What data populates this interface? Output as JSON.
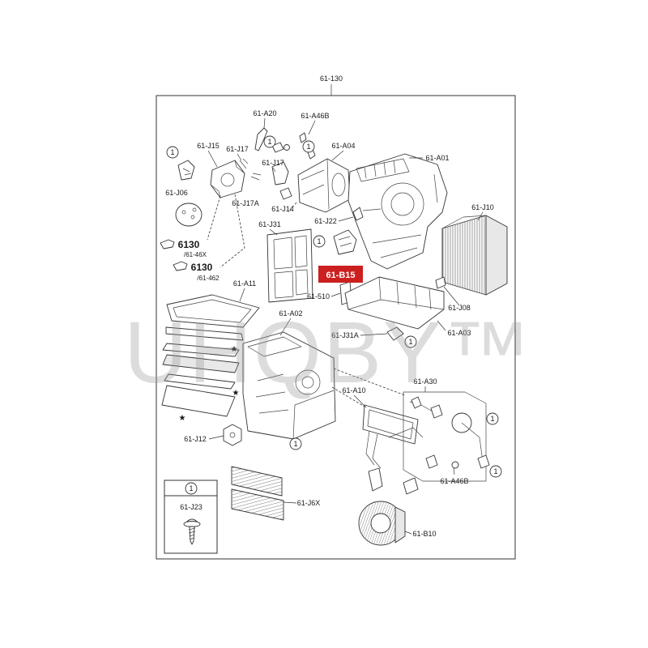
{
  "diagram": {
    "assembly_number": "61-130",
    "callout_number": "1",
    "star_marker": "★",
    "parts": {
      "a20": "61-A20",
      "a46b_upper": "61-A46B",
      "j15": "61-J15",
      "j17_left": "61-J17",
      "a04": "61-A04",
      "a01": "61-A01",
      "j17_right": "61-J17",
      "j06": "61-J06",
      "j17a": "61-J17A",
      "j14": "61-J14",
      "j10": "61-J10",
      "j22": "61-J22",
      "j31": "61-J31",
      "a11": "61-A11",
      "p510": "61-510",
      "j08": "61-J08",
      "a02": "61-A02",
      "a03": "61-A03",
      "j31a": "61-J31A",
      "a30": "61-A30",
      "a10": "61-A10",
      "j12": "61-J12",
      "a46b_lower": "61-A46B",
      "j6x": "61-J6X",
      "b10": "61-B10"
    },
    "highlighted_part": {
      "label": "61-B15",
      "color": "#cc1f1f"
    },
    "fastener_refs": [
      {
        "code": "6130",
        "sub": "/61-46X"
      },
      {
        "code": "6130",
        "sub": "/61-462"
      }
    ],
    "inset": {
      "callout": "1",
      "label": "61-J23"
    }
  },
  "watermark": "UHQBY™"
}
